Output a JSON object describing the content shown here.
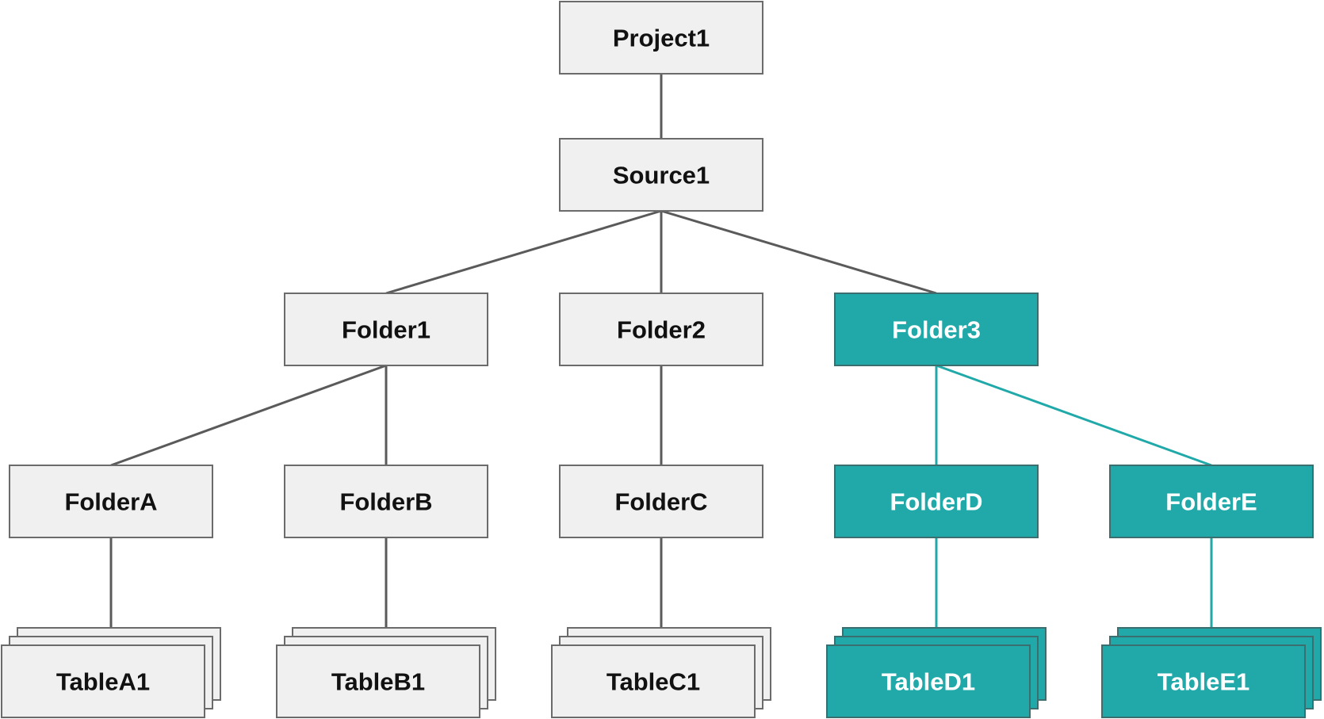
{
  "colors": {
    "default_fill": "#f0f0f0",
    "default_border": "#6b6b6b",
    "default_text": "#111111",
    "default_edge": "#5a5a5a",
    "highlight_fill": "#21a9aa",
    "highlight_border": "#3b6e6e",
    "highlight_text": "#ffffff",
    "highlight_edge": "#21a9aa"
  },
  "nodes": [
    {
      "id": "project1",
      "label": "Project1",
      "highlight": false,
      "stacked": false
    },
    {
      "id": "source1",
      "label": "Source1",
      "highlight": false,
      "stacked": false
    },
    {
      "id": "folder1",
      "label": "Folder1",
      "highlight": false,
      "stacked": false
    },
    {
      "id": "folder2",
      "label": "Folder2",
      "highlight": false,
      "stacked": false
    },
    {
      "id": "folder3",
      "label": "Folder3",
      "highlight": true,
      "stacked": false
    },
    {
      "id": "foldera",
      "label": "FolderA",
      "highlight": false,
      "stacked": false
    },
    {
      "id": "folderb",
      "label": "FolderB",
      "highlight": false,
      "stacked": false
    },
    {
      "id": "folderc",
      "label": "FolderC",
      "highlight": false,
      "stacked": false
    },
    {
      "id": "folderd",
      "label": "FolderD",
      "highlight": true,
      "stacked": false
    },
    {
      "id": "foldere",
      "label": "FolderE",
      "highlight": true,
      "stacked": false
    },
    {
      "id": "tablea1",
      "label": "TableA1",
      "highlight": false,
      "stacked": true
    },
    {
      "id": "tableb1",
      "label": "TableB1",
      "highlight": false,
      "stacked": true
    },
    {
      "id": "tablec1",
      "label": "TableC1",
      "highlight": false,
      "stacked": true
    },
    {
      "id": "tabled1",
      "label": "TableD1",
      "highlight": true,
      "stacked": true
    },
    {
      "id": "tablee1",
      "label": "TableE1",
      "highlight": true,
      "stacked": true
    }
  ],
  "edges": [
    {
      "from": "project1",
      "to": "source1",
      "highlight": false
    },
    {
      "from": "source1",
      "to": "folder1",
      "highlight": false
    },
    {
      "from": "source1",
      "to": "folder2",
      "highlight": false
    },
    {
      "from": "source1",
      "to": "folder3",
      "highlight": false
    },
    {
      "from": "folder1",
      "to": "foldera",
      "highlight": false
    },
    {
      "from": "folder1",
      "to": "folderb",
      "highlight": false
    },
    {
      "from": "folder2",
      "to": "folderc",
      "highlight": false
    },
    {
      "from": "folder3",
      "to": "folderd",
      "highlight": true
    },
    {
      "from": "folder3",
      "to": "foldere",
      "highlight": true
    },
    {
      "from": "foldera",
      "to": "tablea1",
      "highlight": false
    },
    {
      "from": "folderb",
      "to": "tableb1",
      "highlight": false
    },
    {
      "from": "folderc",
      "to": "tablec1",
      "highlight": false
    },
    {
      "from": "folderd",
      "to": "tabled1",
      "highlight": true
    },
    {
      "from": "foldere",
      "to": "tablee1",
      "highlight": true
    }
  ]
}
